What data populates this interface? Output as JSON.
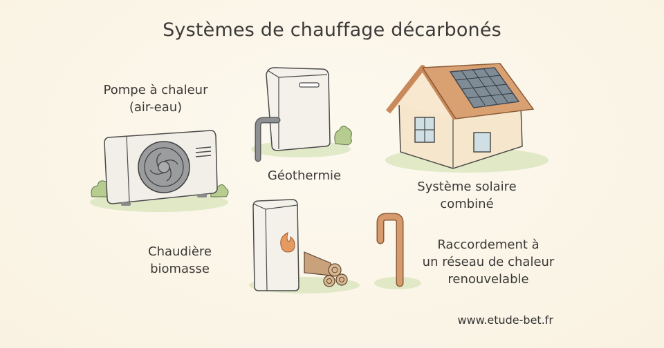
{
  "title": "Systèmes de chauffage décarbonés",
  "items": [
    {
      "id": "heat-pump",
      "icon": "heat-pump-outdoor-unit-icon",
      "label_lines": [
        "Pompe à chaleur",
        "(air-eau)"
      ]
    },
    {
      "id": "geothermal",
      "icon": "geothermal-unit-icon",
      "label_lines": [
        "Géothermie"
      ]
    },
    {
      "id": "solar",
      "icon": "house-solar-panels-icon",
      "label_lines": [
        "Système solaire",
        "combiné"
      ]
    },
    {
      "id": "biomass",
      "icon": "biomass-boiler-icon",
      "label_lines": [
        "Chaudière",
        "biomasse"
      ]
    },
    {
      "id": "district-heating",
      "icon": "heating-network-pipe-icon",
      "label_lines": [
        "Raccordement à",
        "un réseau de chaleur",
        "renouvelable"
      ]
    }
  ],
  "footer": {
    "url": "www.etude-bet.fr"
  },
  "colors": {
    "background": "#fbf6ea",
    "text": "#3a3a3a",
    "appliance": "#f4f1ea",
    "fan_gray": "#8d8f91",
    "roof": "#d9a071",
    "solar_panel": "#7f8c96",
    "flame": "#e59a62",
    "copper_pipe": "#d69a6c",
    "grass": "#b9cf94"
  }
}
